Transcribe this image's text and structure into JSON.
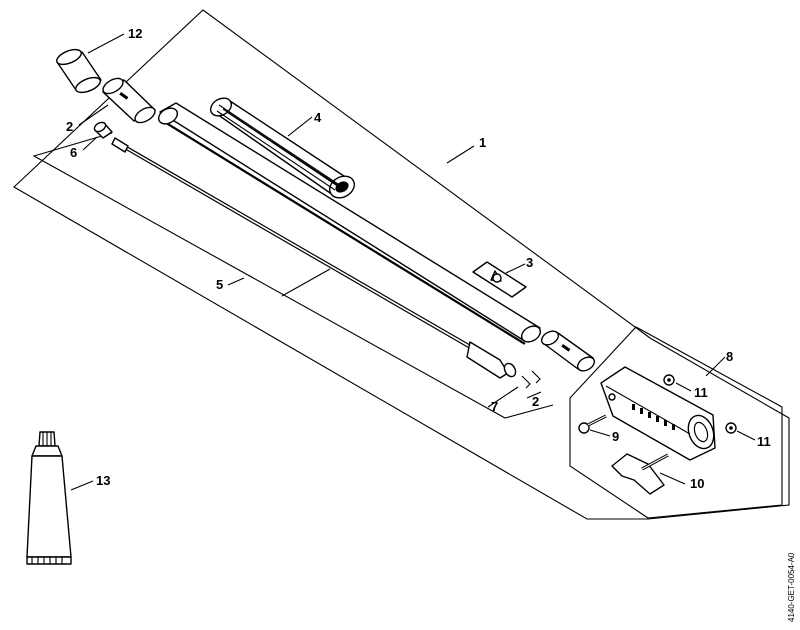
{
  "callouts": {
    "p1": "1",
    "p2a": "2",
    "p2b": "2",
    "p3": "3",
    "p4": "4",
    "p5": "5",
    "p6": "6",
    "p7": "7",
    "p8": "8",
    "p9": "9",
    "p10": "10",
    "p11a": "11",
    "p11b": "11",
    "p12": "12",
    "p13": "13"
  },
  "drawing_code": "4140-GET-0054-A0",
  "colors": {
    "ink": "#000000",
    "paper": "#ffffff"
  }
}
